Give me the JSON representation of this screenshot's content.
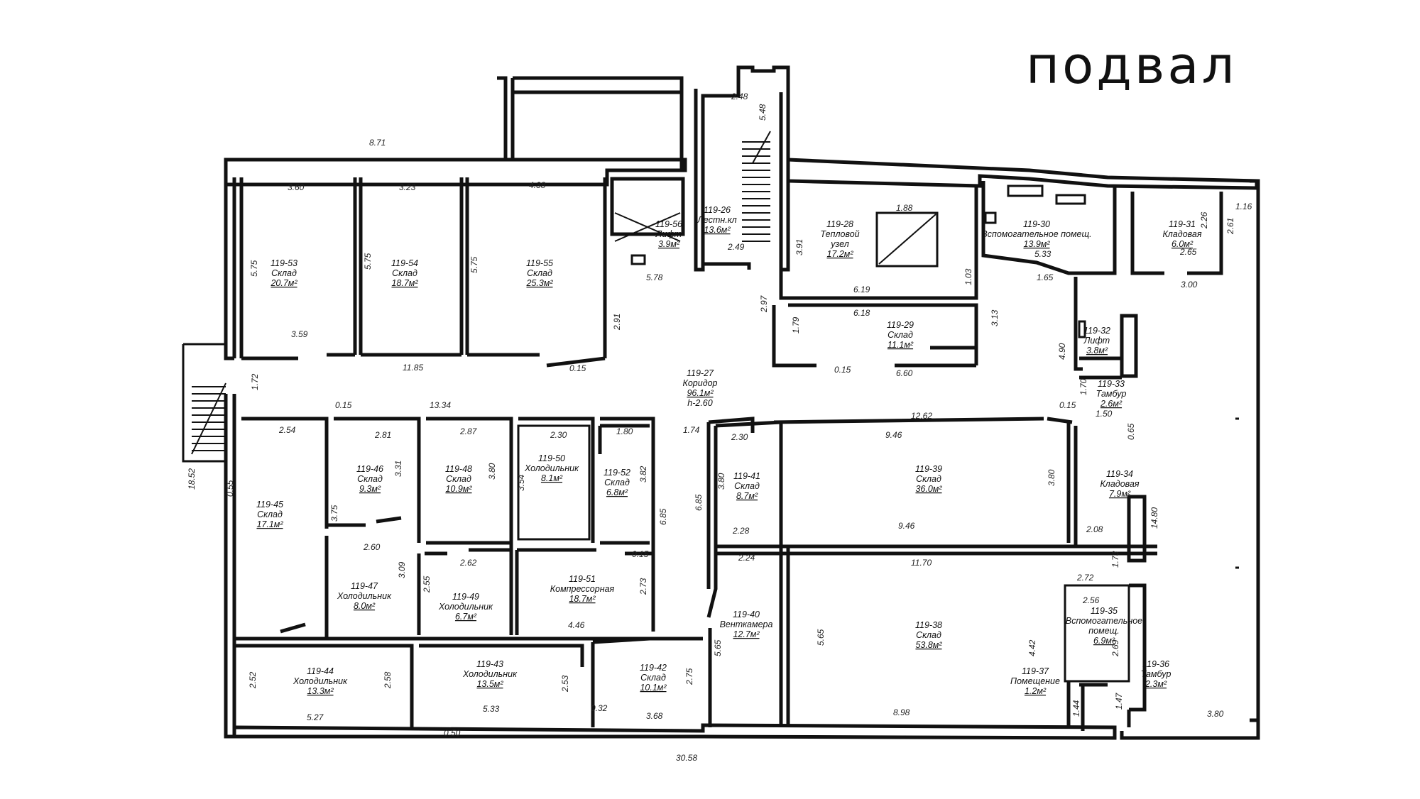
{
  "title": "подвал",
  "rooms": [
    {
      "id": "119-53",
      "name": "Склад",
      "area": "20.7м²"
    },
    {
      "id": "119-54",
      "name": "Склад",
      "area": "18.7м²"
    },
    {
      "id": "119-55",
      "name": "Склад",
      "area": "25.3м²"
    },
    {
      "id": "119-56",
      "name": "Лифт",
      "area": "3.9м²"
    },
    {
      "id": "119-26",
      "name": "Лестн.кл",
      "area": "13.6м²"
    },
    {
      "id": "119-28",
      "name": "Тепловой",
      "name2": "узел",
      "area": "17.2м²"
    },
    {
      "id": "119-30",
      "name": "Вспомогательное помещ.",
      "area": "13.9м²"
    },
    {
      "id": "119-31",
      "name": "Кладовая",
      "area": "6.0м²"
    },
    {
      "id": "119-29",
      "name": "Склад",
      "area": "11.1м²"
    },
    {
      "id": "119-27",
      "name": "Коридор",
      "area": "96.1м²",
      "extra": "h-2.60"
    },
    {
      "id": "119-32",
      "name": "Лифт",
      "area": "3.8м²"
    },
    {
      "id": "119-33",
      "name": "Тамбур",
      "area": "2.6м²"
    },
    {
      "id": "119-46",
      "name": "Склад",
      "area": "9.3м²"
    },
    {
      "id": "119-48",
      "name": "Склад",
      "area": "10.9м²"
    },
    {
      "id": "119-50",
      "name": "Холодильник",
      "area": "8.1м²"
    },
    {
      "id": "119-52",
      "name": "Склад",
      "area": "6.8м²"
    },
    {
      "id": "119-41",
      "name": "Склад",
      "area": "8.7м²"
    },
    {
      "id": "119-39",
      "name": "Склад",
      "area": "36.0м²"
    },
    {
      "id": "119-34",
      "name": "Кладовая",
      "area": "7.9м²"
    },
    {
      "id": "119-45",
      "name": "Склад",
      "area": "17.1м²"
    },
    {
      "id": "119-47",
      "name": "Холодильник",
      "area": "8.0м²"
    },
    {
      "id": "119-49",
      "name": "Холодильник",
      "area": "6.7м²"
    },
    {
      "id": "119-51",
      "name": "Компрессорная",
      "area": "18.7м²"
    },
    {
      "id": "119-40",
      "name": "Венткамера",
      "area": "12.7м²"
    },
    {
      "id": "119-38",
      "name": "Склад",
      "area": "53.8м²"
    },
    {
      "id": "119-35",
      "name": "Вспомогательное",
      "name2": "помещ.",
      "area": "6.9м²"
    },
    {
      "id": "119-44",
      "name": "Холодильник",
      "area": "13.3м²"
    },
    {
      "id": "119-43",
      "name": "Холодильник",
      "area": "13.5м²"
    },
    {
      "id": "119-42",
      "name": "Склад",
      "area": "10.1м²"
    },
    {
      "id": "119-37",
      "name": "Помещение",
      "area": "1.2м²"
    },
    {
      "id": "119-36",
      "name": "Тамбур",
      "area": "2.3м²"
    }
  ],
  "dimensions": [
    "8.71",
    "2.48",
    "5.48",
    "3.60",
    "3.23",
    "4.38",
    "5.75",
    "5.75",
    "5.75",
    "3.59",
    "2.49",
    "5.78",
    "11.85",
    "0.15",
    "2.91",
    "2.97",
    "1.79",
    "3.91",
    "1.88",
    "6.19",
    "1.03",
    "6.18",
    "3.13",
    "6.60",
    "0.15",
    "5.33",
    "1.65",
    "1.16",
    "2.26",
    "2.61",
    "2.65",
    "3.00",
    "4.90",
    "1.70",
    "0.15",
    "1.50",
    "0.65",
    "1.72",
    "0.15",
    "13.34",
    "2.54",
    "2.81",
    "2.87",
    "2.30",
    "1.80",
    "1.74",
    "12.62",
    "9.46",
    "2.30",
    "3.31",
    "3.80",
    "3.54",
    "3.82",
    "6.85",
    "3.80",
    "6.85",
    "3.80",
    "0.55",
    "18.52",
    "3.75",
    "2.60",
    "2.62",
    "0.15",
    "2.28",
    "9.46",
    "2.08",
    "14.80",
    "3.09",
    "2.55",
    "2.73",
    "2.24",
    "11.70",
    "1.73",
    "2.72",
    "2.56",
    "4.46",
    "5.65",
    "5.65",
    "2.69",
    "4.42",
    "2.52",
    "2.58",
    "2.53",
    "2.75",
    "0.32",
    "5.33",
    "3.68",
    "5.27",
    "8.98",
    "1.44",
    "1.47",
    "3.80",
    "0.50",
    "30.58"
  ]
}
